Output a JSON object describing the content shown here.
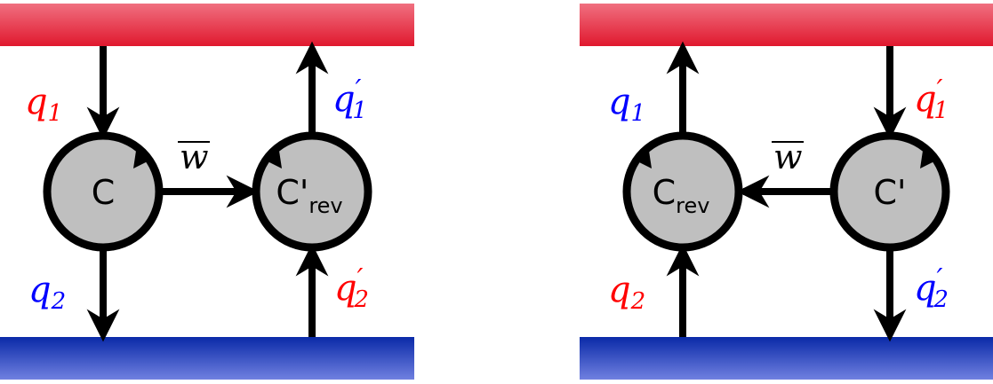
{
  "colors": {
    "hot": "#e8283c",
    "cold": "#1432b4",
    "label_red": "#ff0000",
    "label_blue": "#0000ff",
    "engine_fill": "#bfbfbf",
    "stroke": "#000000"
  },
  "left_panel": {
    "engine_left": {
      "name": "C",
      "sub": ""
    },
    "engine_right": {
      "name": "C'",
      "sub": "rev"
    },
    "labels": {
      "q1": {
        "base": "q",
        "sub": "1",
        "prime": "",
        "color": "red"
      },
      "q2": {
        "base": "q",
        "sub": "2",
        "prime": "",
        "color": "blue"
      },
      "q1p": {
        "base": "q",
        "sub": "1",
        "prime": "′",
        "color": "blue"
      },
      "q2p": {
        "base": "q",
        "sub": "2",
        "prime": "′",
        "color": "red"
      },
      "w": "w"
    }
  },
  "right_panel": {
    "engine_left": {
      "name": "C",
      "sub": "rev"
    },
    "engine_right": {
      "name": "C'",
      "sub": ""
    },
    "labels": {
      "q1": {
        "base": "q",
        "sub": "1",
        "prime": "",
        "color": "blue"
      },
      "q2": {
        "base": "q",
        "sub": "2",
        "prime": "",
        "color": "red"
      },
      "q1p": {
        "base": "q",
        "sub": "1",
        "prime": "′",
        "color": "red"
      },
      "q2p": {
        "base": "q",
        "sub": "2",
        "prime": "′",
        "color": "blue"
      },
      "w": "w"
    }
  }
}
